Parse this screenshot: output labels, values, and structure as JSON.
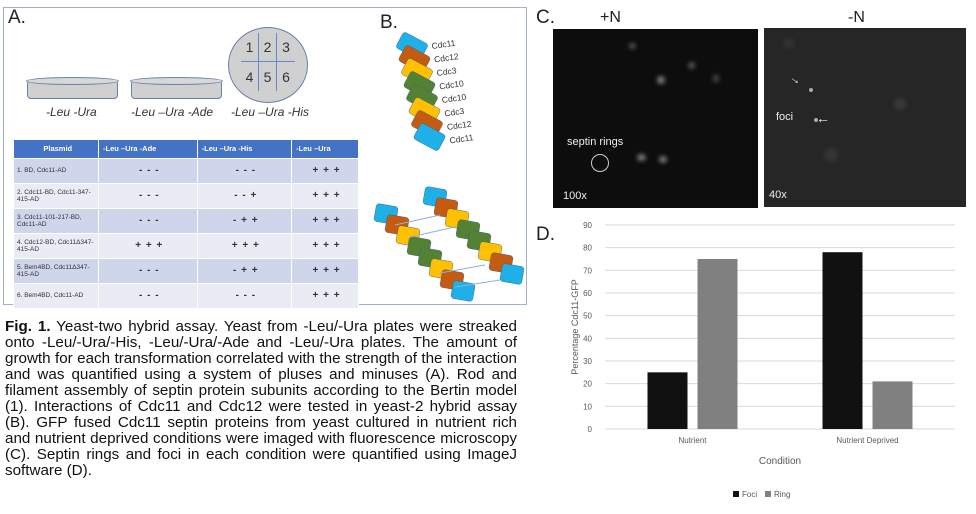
{
  "panel_a": {
    "label": "A.",
    "plates": [
      "-Leu -Ura",
      "-Leu –Ura -Ade",
      "-Leu –Ura -His"
    ],
    "grid_numbers": [
      "1",
      "2",
      "3",
      "4",
      "5",
      "6"
    ],
    "table": {
      "headers": [
        "Plasmid",
        "-Leu –Ura -Ade",
        "-Leu –Ura -His",
        "-Leu –Ura"
      ],
      "rows": [
        [
          "1. BD, Cdc11-AD",
          "- - -",
          "- - -",
          "+ + +"
        ],
        [
          "2. Cdc11-BD, Cdc11-347-415-AD",
          "- - -",
          "- - +",
          "+ + +"
        ],
        [
          "3. Cdc11-101-217-BD, Cdc11-AD",
          "- - -",
          "- + +",
          "+ + +"
        ],
        [
          "4. Cdc12-BD, Cdc11Δ347-415-AD",
          "+ + +",
          "+ + +",
          "+ + +"
        ],
        [
          "5. Bem4BD, Cdc11Δ347-415-AD",
          "- - -",
          "- + +",
          "+ + +"
        ],
        [
          "6. Bem4BD, Cdc11-AD",
          "- - -",
          "- - -",
          "+ + +"
        ]
      ]
    }
  },
  "panel_b": {
    "label": "B.",
    "subunits": [
      "Cdc11",
      "Cdc12",
      "Cdc3",
      "Cdc10",
      "Cdc10",
      "Cdc3",
      "Cdc12",
      "Cdc11"
    ],
    "colors": {
      "Cdc11": "#1fb0e8",
      "Cdc12": "#c55a11",
      "Cdc3": "#ffc000",
      "Cdc10": "#548235"
    }
  },
  "panel_c": {
    "label": "C.",
    "left": {
      "title": "+N",
      "annotation": "septin rings",
      "magnification": "100x"
    },
    "right": {
      "title": "-N",
      "annotation": "foci",
      "magnification": "40x"
    }
  },
  "panel_d": {
    "label": "D."
  },
  "caption": {
    "lead": "Fig. 1.",
    "text": " Yeast-two hybrid assay. Yeast from -Leu/-Ura plates were streaked  onto -Leu/-Ura/-His, -Leu/-Ura/-Ade and -Leu/-Ura plates. The amount of growth for each transformation correlated with the strength of the interaction and was quantified using a system of pluses and minuses (A). Rod and filament assembly of septin protein subunits according to the Bertin model (1). Interactions of Cdc11 and Cdc12 were tested in yeast-2 hybrid assay (B). GFP fused Cdc11 septin proteins from yeast cultured in nutrient rich and nutrient deprived conditions were imaged with fluorescence microscopy (C). Septin rings and foci in each condition were quantified using ImageJ software (D)."
  },
  "chart_data": {
    "type": "bar",
    "title": "",
    "categories": [
      "Nutrient",
      "Nutrient Deprived"
    ],
    "series": [
      {
        "name": "Foci",
        "values": [
          25,
          78
        ],
        "color": "#111111"
      },
      {
        "name": "Ring",
        "values": [
          75,
          21
        ],
        "color": "#808080"
      }
    ],
    "xlabel": "Condition",
    "ylabel": "Percentage Cdc11-GFP",
    "ylim": [
      0,
      90
    ],
    "yticks": [
      0,
      10,
      20,
      30,
      40,
      50,
      60,
      70,
      80,
      90
    ],
    "grid": true,
    "legend": "bottom"
  }
}
